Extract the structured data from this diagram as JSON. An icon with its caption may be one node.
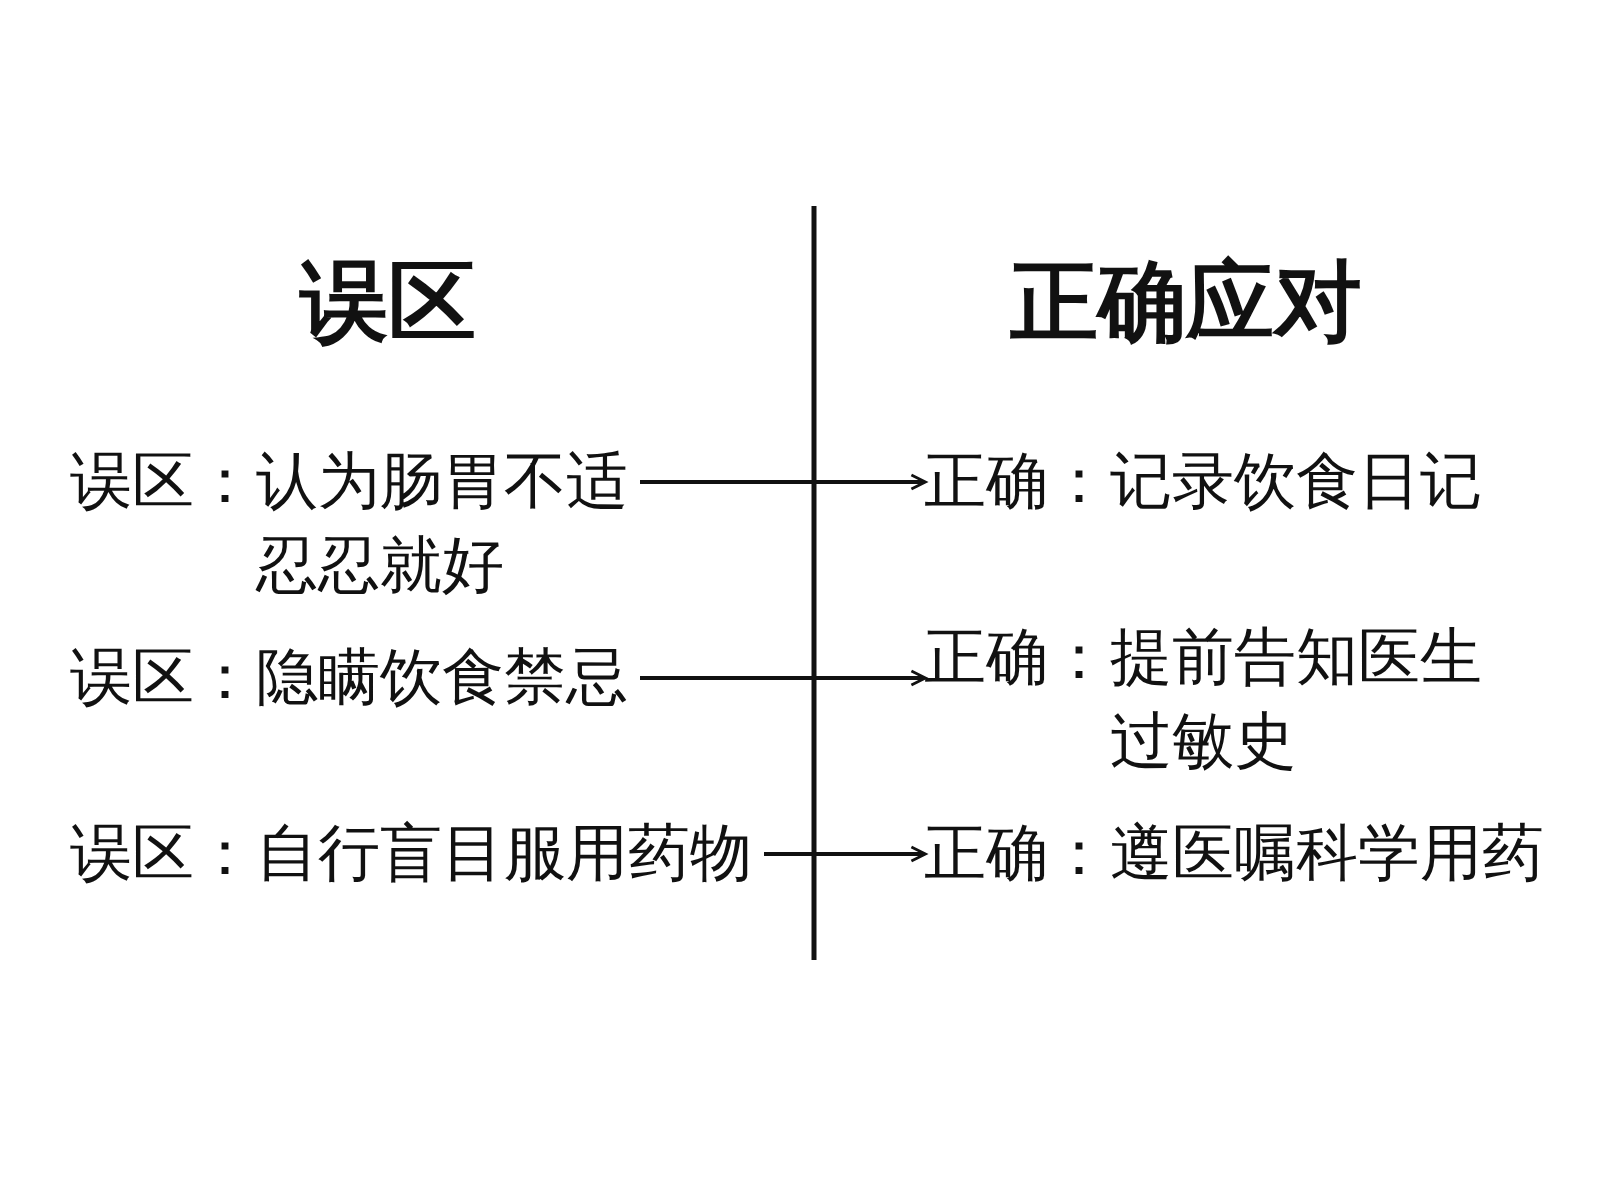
{
  "diagram": {
    "nodes": [
      {
        "text": [
          "误区：认为肠胃不适忍忍就好"
        ]
      },
      {
        "text": [
          "误区：隐瞒饮食禁忌"
        ]
      },
      {
        "text": [
          "误区：自行盲目服用药物"
        ]
      },
      {
        "text": [
          "正确：记录饮食日记"
        ]
      },
      {
        "text": [
          "正确：提前告知医生过敏史"
        ]
      },
      {
        "text": [
          "正确：遵医嘱科学用药"
        ]
      }
    ],
    "edges": [
      {
        "from": 0,
        "to": 3,
        "arrow": "to"
      },
      {
        "from": 1,
        "to": 4,
        "arrow": "to"
      },
      {
        "from": 2,
        "to": 5,
        "arrow": "to"
      }
    ],
    "labels": [
      "误区",
      "正确应对"
    ]
  }
}
